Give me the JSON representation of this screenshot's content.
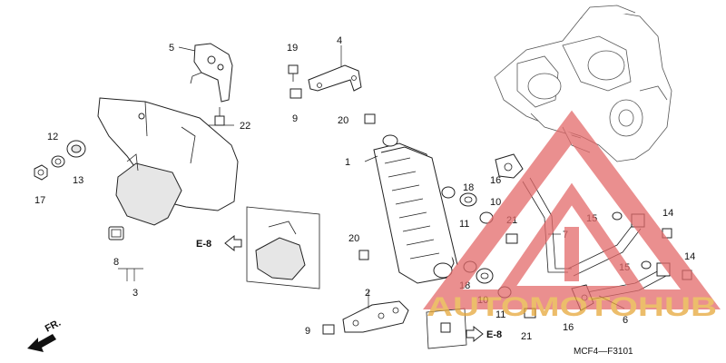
{
  "diagram": {
    "callouts": {
      "c1": "1",
      "c2": "2",
      "c3": "3",
      "c4": "4",
      "c5": "5",
      "c6": "6",
      "c7": "7",
      "c8": "8",
      "c9a": "9",
      "c9b": "9",
      "c10a": "10",
      "c10b": "10",
      "c11a": "11",
      "c11b": "11",
      "c12": "12",
      "c13": "13",
      "c14a": "14",
      "c14b": "14",
      "c15a": "15",
      "c15b": "15",
      "c16a": "16",
      "c16b": "16",
      "c17": "17",
      "c18a": "18",
      "c18b": "18",
      "c19": "19",
      "c20a": "20",
      "c20b": "20",
      "c21a": "21",
      "c21b": "21",
      "c22": "22"
    },
    "refs": {
      "e8_left": "E-8",
      "e8_right": "E-8"
    },
    "front_label": "FR.",
    "figure_code": "MCF4—F3101",
    "watermark": {
      "text": "AUTOMOTOHUB",
      "color": "#e36a6a"
    }
  }
}
